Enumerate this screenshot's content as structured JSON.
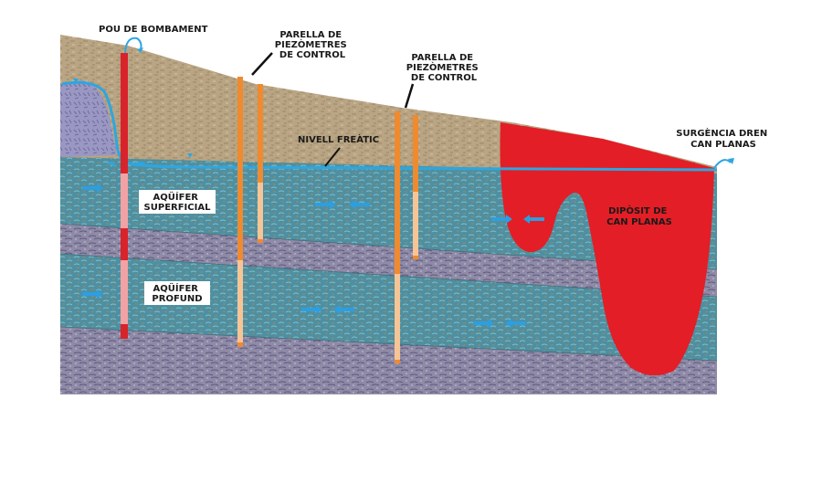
{
  "labels": {
    "pump_well": "POU DE BOMBAMENT",
    "piezo_pair_1": [
      "PARELLA DE",
      "PIEZÒMETRES",
      "DE CONTROL"
    ],
    "piezo_pair_2": [
      "PARELLA DE",
      "PIEZÒMETRES",
      "DE CONTROL"
    ],
    "water_table": "NIVELL FREÀTIC",
    "drain": [
      "SURGÈNCIA DREN",
      "CAN PLANAS"
    ],
    "surface_aquifer": [
      "AQÜÍFER",
      "SUPERFICIAL"
    ],
    "deep_aquifer": [
      "AQÜÍFER",
      "PROFUND"
    ],
    "deposit": [
      "DIPÒSIT DE",
      "CAN PLANAS"
    ]
  },
  "colors": {
    "unsaturated_soil": "#b9a583",
    "aquifer": "#4f8fa0",
    "aquitard": "#8f8aa6",
    "bedrock_left": "#9a98c2",
    "deposit": "#e31e26",
    "water_table": "#2ea6e0",
    "piezometer": "#f08a2e",
    "pump_well": "#d8232a",
    "flow_arrow": "#2d9ee0"
  }
}
